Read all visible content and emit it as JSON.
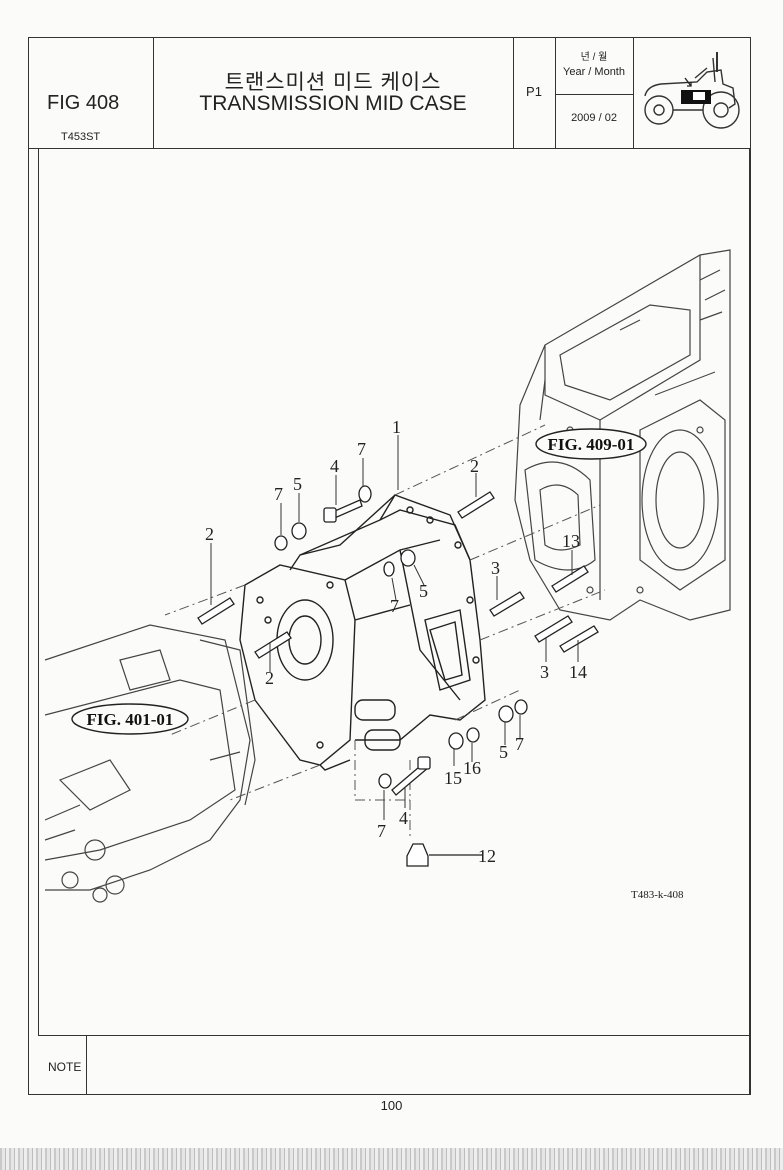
{
  "header": {
    "fig_number": "FIG 408",
    "model": "T453ST",
    "title_kr": "트랜스미션 미드 케이스",
    "title_en": "TRANSMISSION MID CASE",
    "page": "P1",
    "year_month_kr": "년 / 월",
    "year_month_en": "Year / Month",
    "date": "2009 / 02",
    "icon": "tractor-icon"
  },
  "diagram": {
    "fig_ref_409": "FIG. 409-01",
    "fig_ref_401": "FIG. 401-01",
    "drawing_code": "T483-k-408",
    "callouts": [
      "1",
      "2",
      "2",
      "2",
      "3",
      "3",
      "4",
      "4",
      "5",
      "5",
      "5",
      "7",
      "7",
      "7",
      "7",
      "7",
      "12",
      "13",
      "14",
      "15",
      "16"
    ]
  },
  "note": {
    "label": "NOTE"
  },
  "footer": {
    "page_number": "100"
  }
}
